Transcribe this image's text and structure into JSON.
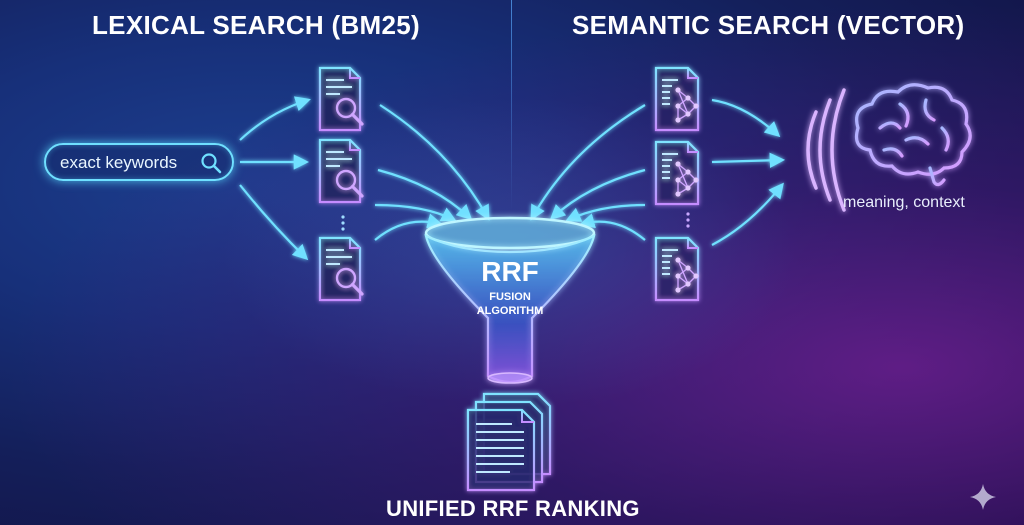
{
  "titles": {
    "left": "LEXICAL SEARCH (BM25)",
    "right": "SEMANTIC SEARCH (VECTOR)",
    "bottom": "UNIFIED RRF RANKING"
  },
  "search_box": {
    "text": "exact keywords",
    "icon": "search-icon"
  },
  "funnel": {
    "label": "RRF",
    "sublabel_line1": "FUSION",
    "sublabel_line2": "ALGORITHM"
  },
  "brain": {
    "icon": "brain-icon",
    "caption": "meaning, context"
  },
  "icons": {
    "lexical_docs": "document-search-icon",
    "semantic_docs": "document-network-icon",
    "output": "document-stack-icon",
    "corner": "sparkle-icon"
  },
  "colors": {
    "cyan": "#6fe0ff",
    "purple": "#c58cff",
    "white": "#ffffff"
  }
}
